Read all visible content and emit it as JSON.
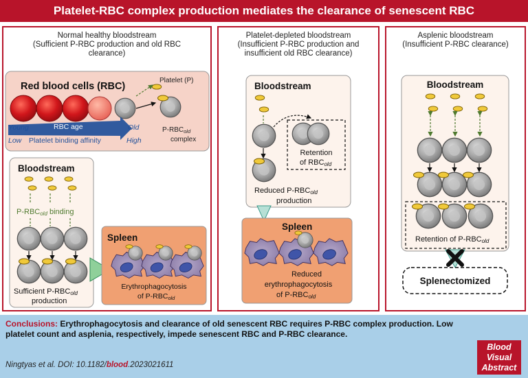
{
  "header": {
    "title": "Platelet-RBC complex production mediates the clearance of senescent RBC"
  },
  "panels": {
    "normal": {
      "title_l1": "Normal healthy bloodstream",
      "title_l2": "(Sufficient P-RBC production and old RBC",
      "title_l3": "clearance)",
      "rbc_heading": "Red blood cells (RBC)",
      "platelet_label": "Platelet (P)",
      "young": "Young",
      "rbc_age": "RBC age",
      "old": "Old",
      "low": "Low",
      "binding_affinity": "Platelet binding affinity",
      "high": "High",
      "complex_l1": "P-RBC",
      "complex_sub": "old",
      "complex_l2": "complex",
      "bloodstream": "Bloodstream",
      "binding_l1": "P-RBC",
      "binding_sub": "old",
      "binding_l2": " binding",
      "spleen": "Spleen",
      "sufficient_l1": "Sufficient P-RBC",
      "sufficient_sub": "old",
      "sufficient_l2": "production",
      "erythro_l1": "Erythrophagocytosis",
      "erythro_l2": "of P-RBC",
      "erythro_sub": "old"
    },
    "depleted": {
      "title_l1": "Platelet-depleted bloodstream",
      "title_l2": "(Insufficient P-RBC production and",
      "title_l3": "insufficient old RBC clearance)",
      "bloodstream": "Bloodstream",
      "retention_l1": "Retention",
      "retention_l2": "of RBC",
      "retention_sub": "old",
      "reduced_l1": "Reduced P-RBC",
      "reduced_sub": "old",
      "reduced_l2": "production",
      "spleen": "Spleen",
      "reduced_e_l1": "Reduced",
      "reduced_e_l2": "erythrophagocytosis",
      "reduced_e_l3": "of P-RBC",
      "reduced_e_sub": "old"
    },
    "asplenic": {
      "title_l1": "Asplenic bloodstream",
      "title_l2": "(Insufficient P-RBC clearance)",
      "bloodstream": "Bloodstream",
      "retention_l1": "Retention of P-RBC",
      "retention_sub": "old",
      "splenectomized": "Splenectomized"
    }
  },
  "footer": {
    "conclusions_label": "Conclusions:",
    "conclusions_text": " Erythrophagocytosis and clearance of old senescent RBC requires P-RBC complex production. Low platelet count and asplenia, respectively, impede senescent RBC and P-RBC clearance.",
    "citation_prefix": "Ningtyas et al. DOI: 10.1182/",
    "citation_bold": "blood",
    "citation_suffix": ".2023021611",
    "logo_l1": "Blood",
    "logo_l2": "Visual",
    "logo_l3": "Abstract"
  },
  "colors": {
    "brand": "#b8142a",
    "footer_bg": "#a9cfe8",
    "spleen": "#f0a072",
    "rbc_box": "#f6d3c8",
    "arrow_blue": "#1f4f9a",
    "platelet": "#f0c93a",
    "rbc_red": "#d1161b",
    "rbc_grey": "#a9a9a9"
  }
}
